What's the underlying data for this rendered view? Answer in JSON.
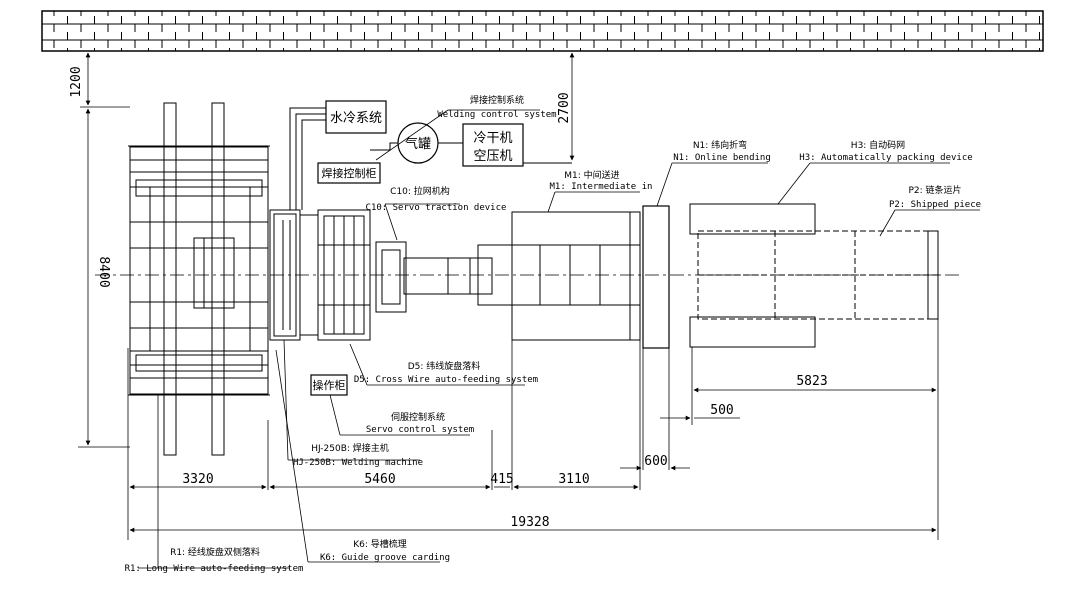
{
  "boxes": {
    "water_cooling": "水冷系统",
    "gas_tank": "气罐",
    "dryer": "冷干机",
    "compressor": "空压机",
    "weld_cabinet": "焊接控制柜",
    "op_cabinet": "操作柜"
  },
  "labels": {
    "welding_control": {
      "zh": "焊接控制系统",
      "en": "Welding control system"
    },
    "c10": {
      "zh": "C10: 拉网机构",
      "en": "C10: Servo traction device"
    },
    "m1_mid": {
      "zh": "M1: 中间送进",
      "en": "M1: Intermediate in"
    },
    "n1": {
      "zh": "N1: 纬向折弯",
      "en": "N1: Online bending"
    },
    "h3": {
      "zh": "H3: 自动码网",
      "en": "H3: Automatically packing device"
    },
    "p2": {
      "zh": "P2: 链条运片",
      "en": "P2: Shipped piece"
    },
    "d5": {
      "zh": "D5: 纬线旋盘落料",
      "en": "D5: Cross Wire auto-feeding system"
    },
    "servo": {
      "zh": "伺服控制系统",
      "en": "Servo control system"
    },
    "hj": {
      "zh": "HJ-250B: 焊接主机",
      "en": "HJ-250B: Welding machine"
    },
    "k6": {
      "zh": "K6: 导槽梳理",
      "en": "K6: Guide groove carding"
    },
    "r1": {
      "zh": "R1: 经线旋盘双侧落料",
      "en": "R1: Long Wire auto-feeding system"
    }
  },
  "dimensions": {
    "d1200": "1200",
    "d2700": "2700",
    "d8400": "8400",
    "d3320": "3320",
    "d5460": "5460",
    "d415": "415",
    "d3110": "3110",
    "d600": "600",
    "d500": "500",
    "d5823": "5823",
    "d19328": "19328"
  }
}
